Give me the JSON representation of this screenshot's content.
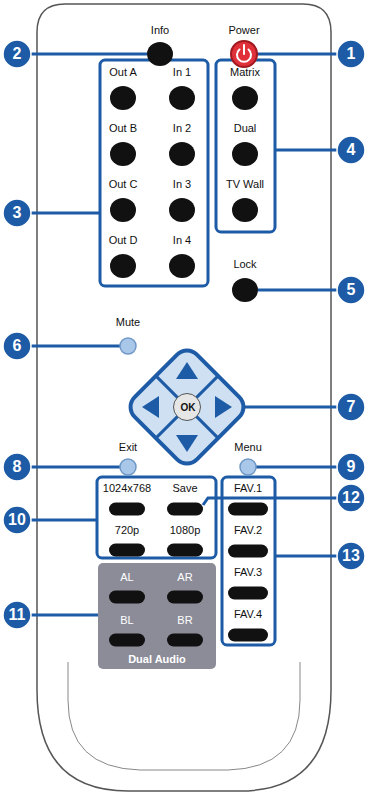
{
  "diagram": {
    "nodes": [
      {
        "text": [
          "OK"
        ]
      },
      {
        "text": [
          "AL",
          "AR",
          "BL",
          "BR",
          "Dual Audio"
        ]
      }
    ],
    "labels": [
      "Info",
      "Power",
      "1",
      "2",
      "Out A",
      "In 1",
      "Matrix",
      "Out B",
      "In 2",
      "Dual",
      "3",
      "4",
      "Out C",
      "In 3",
      "TV Wall",
      "Out D",
      "In 4",
      "Lock",
      "5",
      "Mute",
      "6",
      "7",
      "Exit",
      "Menu",
      "8",
      "9",
      "1024x768",
      "Save",
      "FAV.1",
      "12",
      "10",
      "720p",
      "1080p",
      "FAV.2",
      "13",
      "FAV.3",
      "11",
      "FAV.4"
    ]
  }
}
